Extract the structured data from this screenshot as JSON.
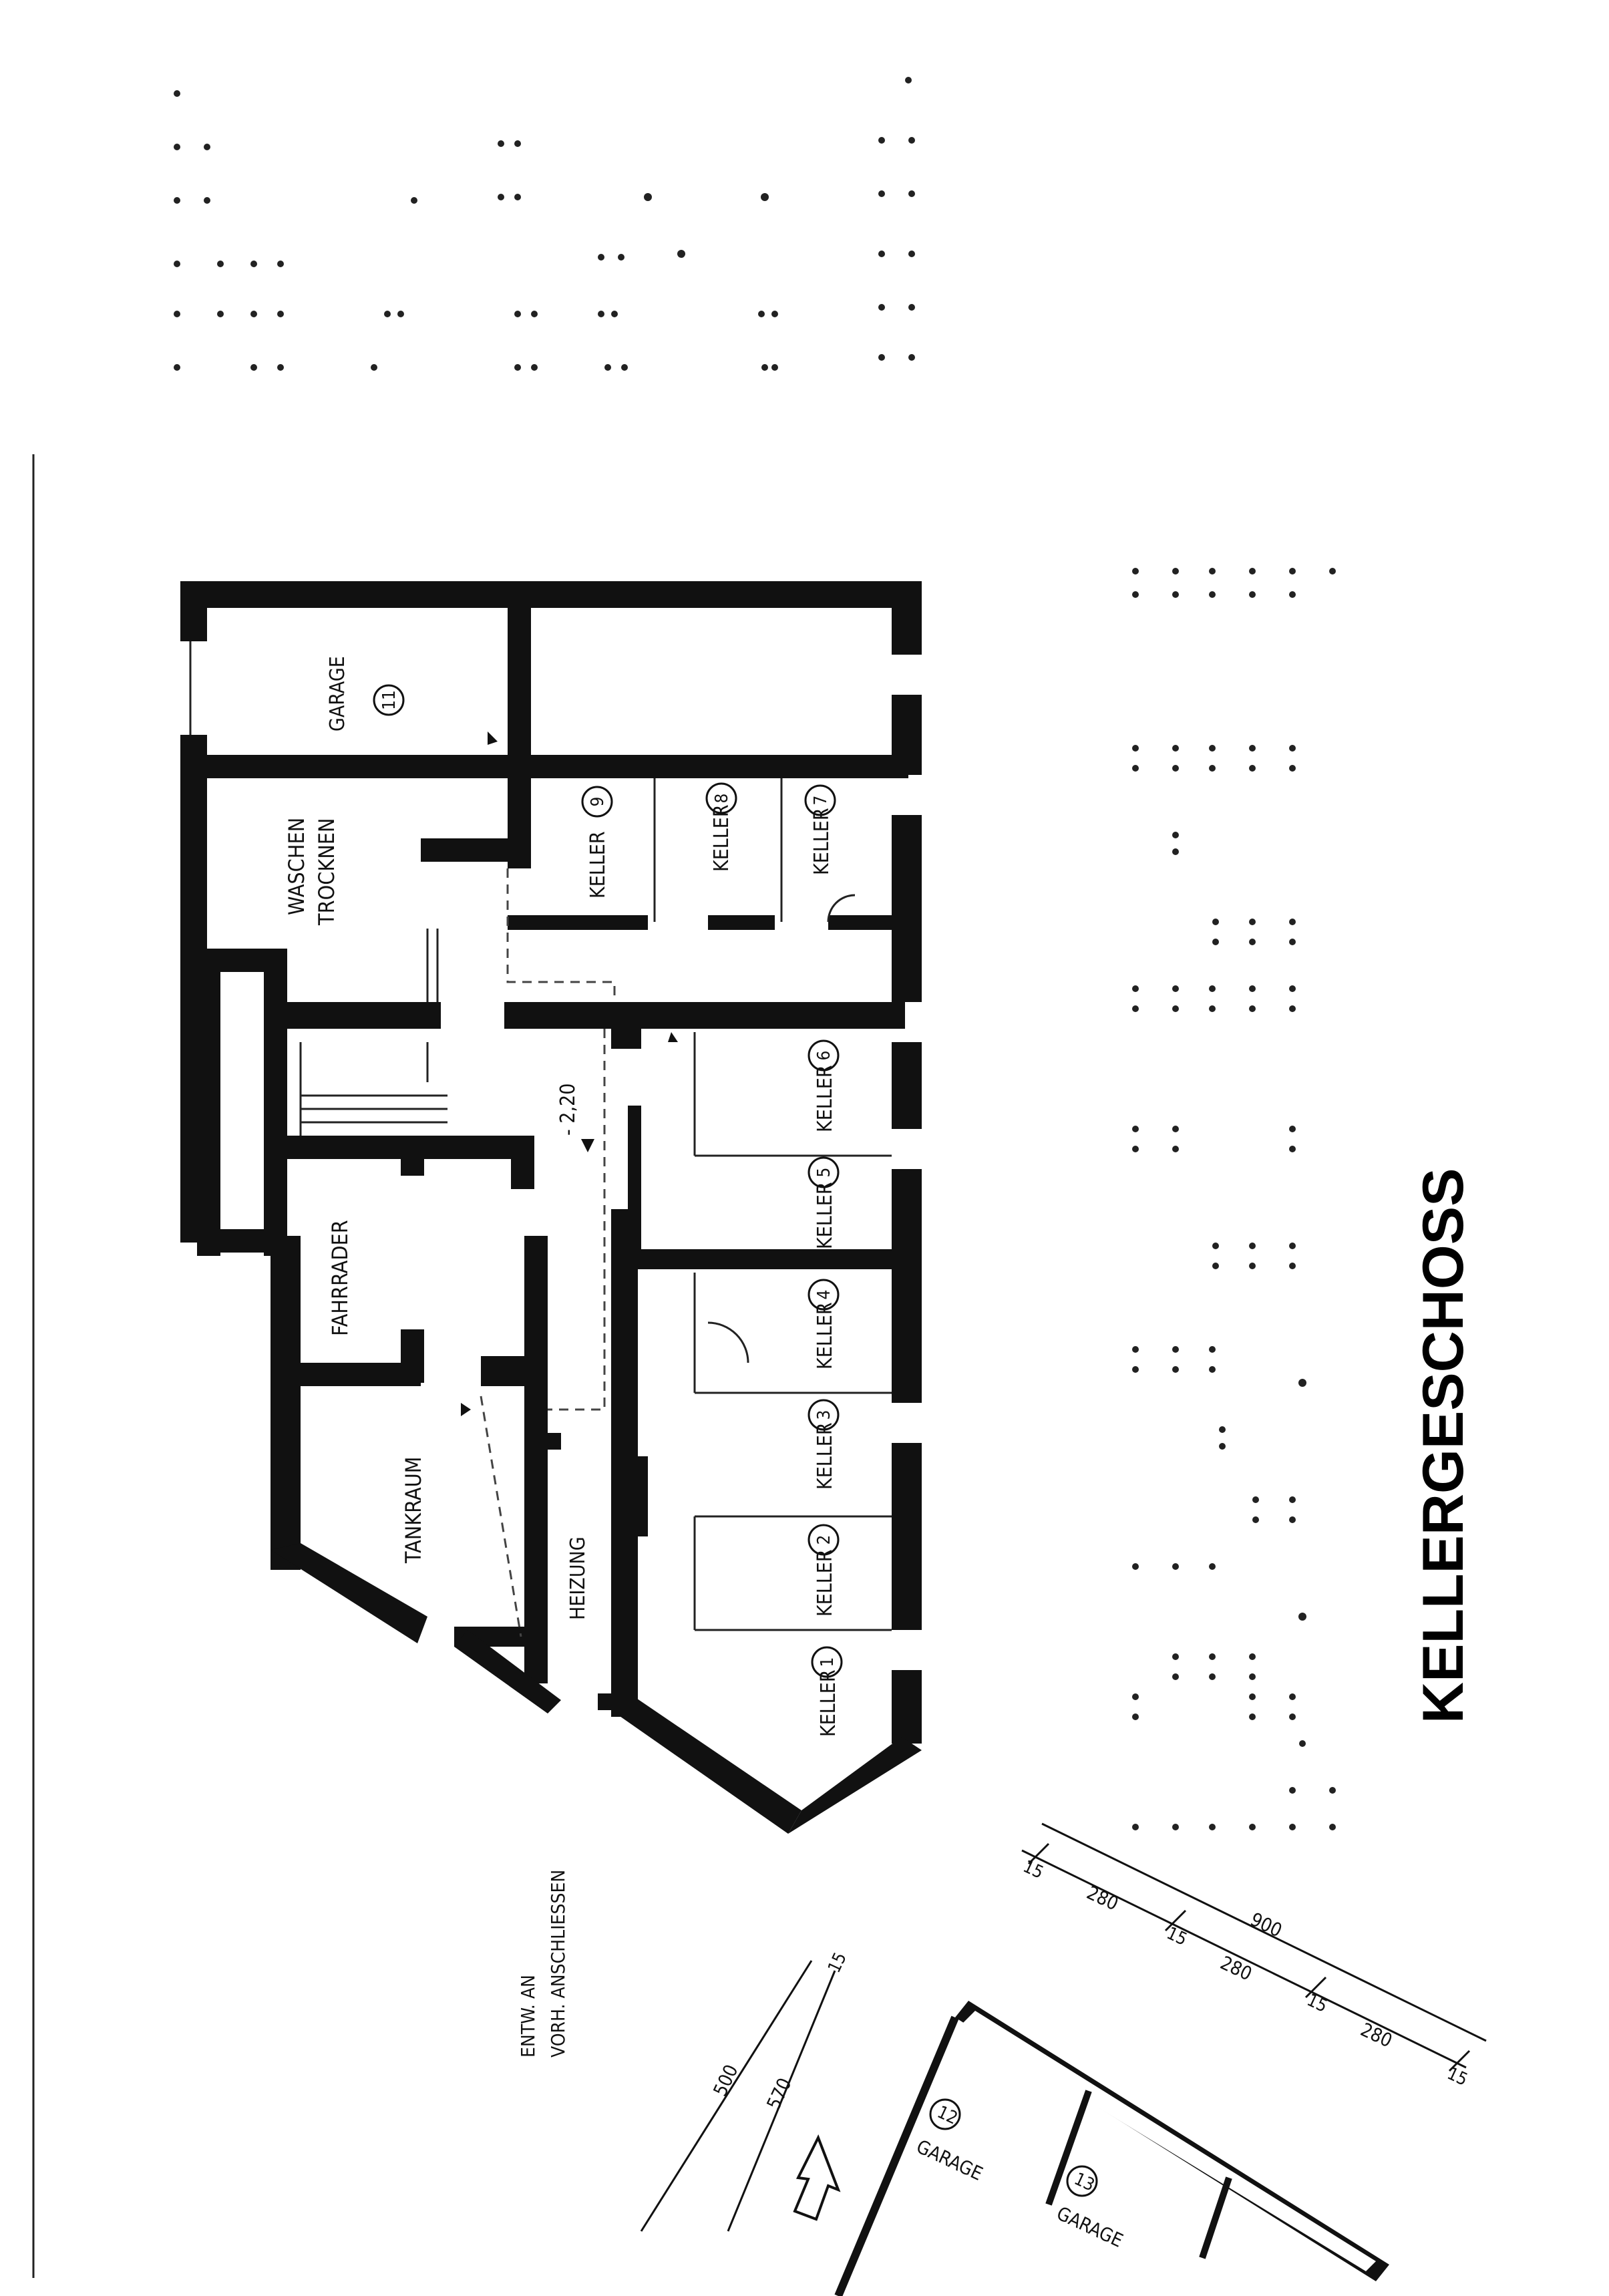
{
  "title": "KELLERGESCHOSS",
  "level_mark": "- 2,20",
  "rooms": {
    "garage_11": {
      "label": "GARAGE",
      "num": "11"
    },
    "waschen": {
      "label": "WASCHEN",
      "label2": "TROCKNEN"
    },
    "keller_9": {
      "label": "KELLER",
      "num": "9"
    },
    "keller_8": {
      "label": "KELLER",
      "num": "8"
    },
    "keller_7": {
      "label": "KELLER",
      "num": "7"
    },
    "keller_6": {
      "label": "KELLER",
      "num": "6"
    },
    "keller_5": {
      "label": "KELLER",
      "num": "5"
    },
    "keller_4": {
      "label": "KELLER",
      "num": "4"
    },
    "keller_3": {
      "label": "KELLER",
      "num": "3"
    },
    "keller_2": {
      "label": "KELLER",
      "num": "2"
    },
    "keller_1": {
      "label": "KELLER",
      "num": "1"
    },
    "fahrrader": {
      "label": "FAHRRADER"
    },
    "tankraum": {
      "label": "TANKRAUM"
    },
    "heizung": {
      "label": "HEIZUNG"
    },
    "garage_12": {
      "label": "GARAGE",
      "num": "12"
    },
    "garage_13": {
      "label": "GARAGE",
      "num": "13"
    }
  },
  "note": {
    "line1": "ENTW. AN",
    "line2": "VORH. ANSCHLIESSEN"
  },
  "dimensions": {
    "d15a": "15",
    "d280a": "280",
    "d900": "900",
    "d15b": "15",
    "d280b": "280",
    "d15c": "15",
    "d280c": "280",
    "d15d": "15",
    "d500": "500",
    "d570": "570",
    "d15e": "15"
  }
}
